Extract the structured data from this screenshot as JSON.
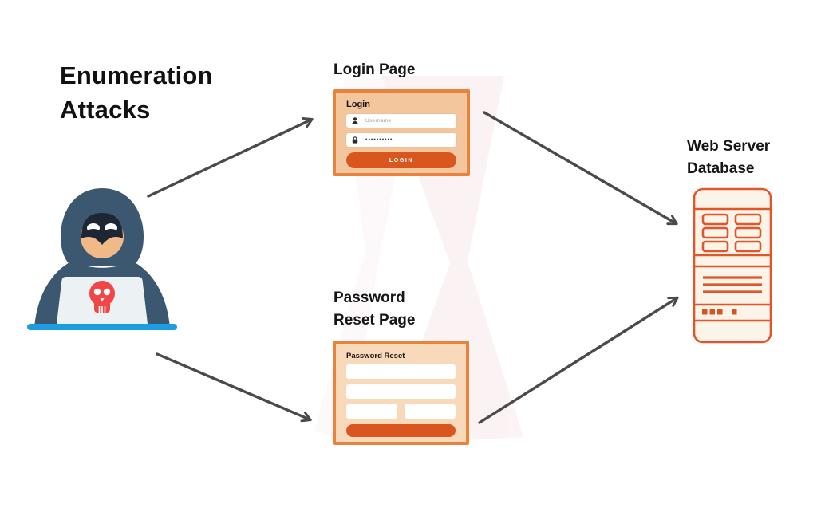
{
  "page": {
    "title": "Enumeration Attacks",
    "background": "#FFFFFF"
  },
  "colors": {
    "card_border_orange": "#E8823C",
    "login_card_bg": "#F4C69E",
    "reset_card_bg": "#F8D9BA",
    "button_orange": "#D9571F",
    "server_outline": "#E0562A",
    "server_fill": "#FCF4E8",
    "arrow_gray": "#4A4A4A",
    "watermark_pink": "#F9E9EC",
    "hood_blue": "#3C5871",
    "mask_navy": "#1D2633",
    "skin_tan": "#EFBA87",
    "laptop_gray": "#ECF1F4",
    "skull_red": "#F24646",
    "base_blue": "#1B9CE3"
  },
  "hacker": {
    "name": "hooded-hacker-with-skull-laptop"
  },
  "login_page": {
    "heading": "Login Page",
    "card_title": "Login",
    "username_placeholder": "Username",
    "password_mask": "••••••••••",
    "button_label": "LOGIN"
  },
  "password_reset_page": {
    "heading": "Password Reset Page",
    "card_title": "Password Reset",
    "button_label": ""
  },
  "web_server": {
    "heading": "Web Server Database"
  },
  "arrows": [
    "hacker-to-login-page",
    "hacker-to-password-reset-page",
    "login-page-to-web-server",
    "password-reset-page-to-web-server"
  ]
}
